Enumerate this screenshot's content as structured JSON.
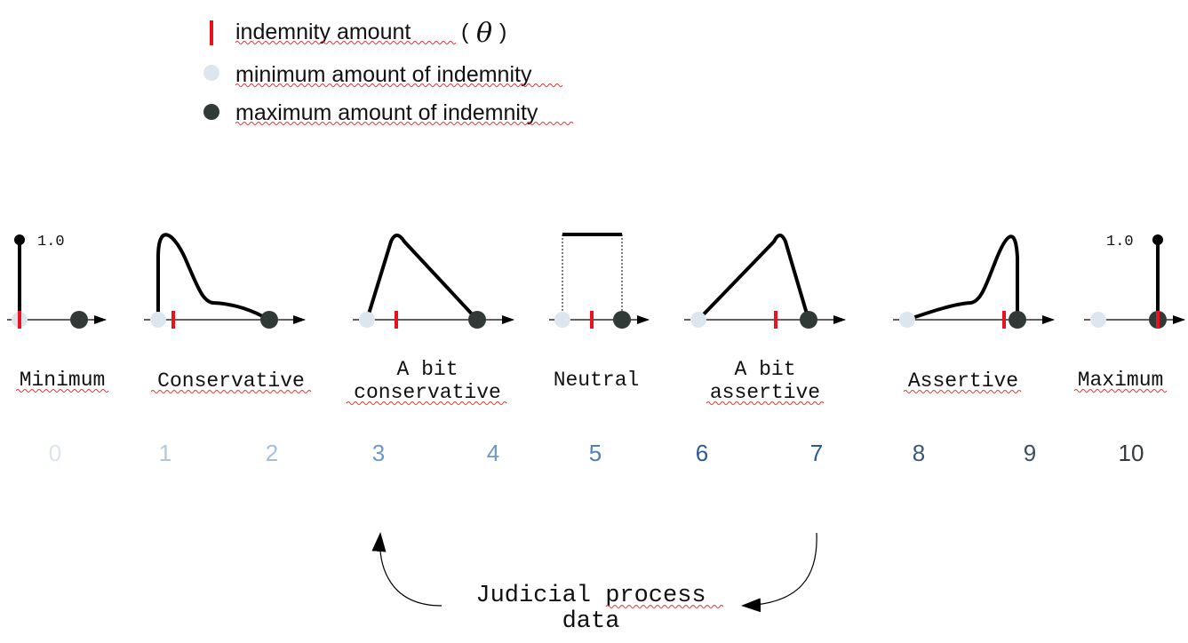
{
  "legend": {
    "indemnity": {
      "label": "indemnity amount",
      "symbol": "θ"
    },
    "minimum": {
      "label": "minimum amount of indemnity"
    },
    "maximum": {
      "label": "maximum amount of indemnity"
    }
  },
  "colors": {
    "indemnity_marker": "#e8141b",
    "min_dot": "#dde5ef",
    "max_dot": "#323a37",
    "curve": "#000000"
  },
  "y_value_label": "1.0",
  "profiles": [
    {
      "id": "minimum",
      "label_lines": [
        "Minimum"
      ],
      "shape": "spike-at-min",
      "marker_fraction": 0.0
    },
    {
      "id": "conservative",
      "label_lines": [
        "Conservative"
      ],
      "shape": "skew-left-peak",
      "marker_fraction": 0.13
    },
    {
      "id": "bit-conservative",
      "label_lines": [
        "A bit",
        "conservative"
      ],
      "shape": "triangle-left",
      "marker_fraction": 0.27
    },
    {
      "id": "neutral",
      "label_lines": [
        "Neutral"
      ],
      "shape": "uniform",
      "marker_fraction": 0.5
    },
    {
      "id": "bit-assertive",
      "label_lines": [
        "A bit",
        "assertive"
      ],
      "shape": "triangle-right",
      "marker_fraction": 0.73
    },
    {
      "id": "assertive",
      "label_lines": [
        "Assertive"
      ],
      "shape": "skew-right-peak",
      "marker_fraction": 0.87
    },
    {
      "id": "maximum",
      "label_lines": [
        "Maximum"
      ],
      "shape": "spike-at-max",
      "marker_fraction": 1.0
    }
  ],
  "scale": [
    {
      "value": "0",
      "color": "#dbe4ef"
    },
    {
      "value": "1",
      "color": "#b3c7dd"
    },
    {
      "value": "2",
      "color": "#a7bfd9"
    },
    {
      "value": "3",
      "color": "#6e98c6"
    },
    {
      "value": "4",
      "color": "#6f98c5"
    },
    {
      "value": "5",
      "color": "#4f7fb5"
    },
    {
      "value": "6",
      "color": "#2c5b95"
    },
    {
      "value": "7",
      "color": "#2b5a94"
    },
    {
      "value": "8",
      "color": "#3b5876"
    },
    {
      "value": "9",
      "color": "#3b4f67"
    },
    {
      "value": "10",
      "color": "#333a40"
    }
  ],
  "source": {
    "label_lines": [
      "Judicial process",
      "data"
    ]
  }
}
